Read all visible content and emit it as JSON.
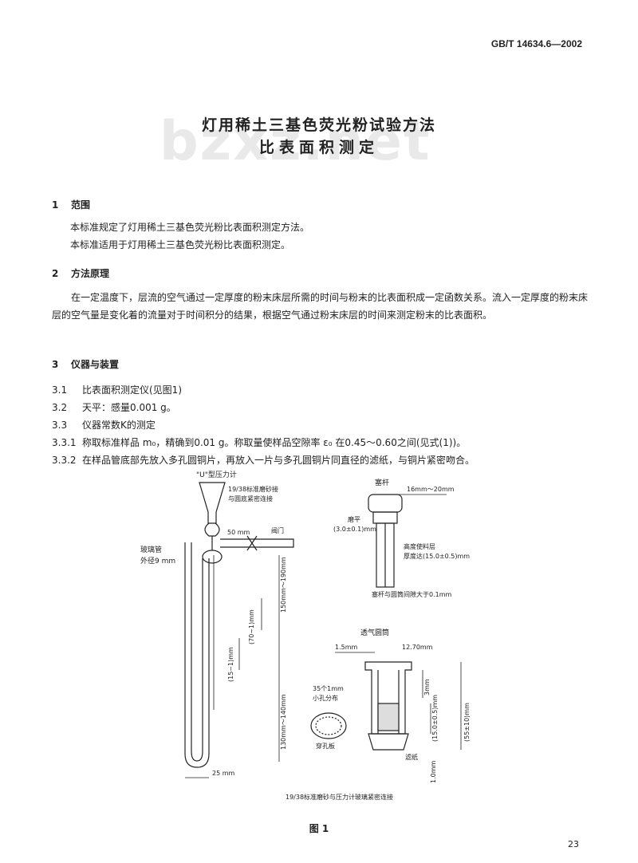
{
  "header": {
    "standard_code": "GB/T 14634.6—2002"
  },
  "watermark": "bzxz.net",
  "title": {
    "line1": "灯用稀土三基色荧光粉试验方法",
    "line2": "比表面积测定"
  },
  "sections": {
    "s1": {
      "num": "1",
      "heading": "范围",
      "p1": "本标准规定了灯用稀土三基色荧光粉比表面积测定方法。",
      "p2": "本标准适用于灯用稀土三基色荧光粉比表面积测定。"
    },
    "s2": {
      "num": "2",
      "heading": "方法原理",
      "p1": "在一定温度下，层流的空气通过一定厚度的粉末床层所需的时间与粉末的比表面积成一定函数关系。流入一定厚度的粉末床层的空气量是变化着的流量对于时间积分的结果，根据空气通过粉末床层的时间来测定粉末的比表面积。"
    },
    "s3": {
      "num": "3",
      "heading": "仪器与装置",
      "items": [
        {
          "num": "3.1",
          "text": "比表面积测定仪(见图1)"
        },
        {
          "num": "3.2",
          "text": "天平：感量0.001 g。"
        },
        {
          "num": "3.3",
          "text": "仪器常数K的测定"
        },
        {
          "num": "3.3.1",
          "text": "称取标准样品 m₀，精确到0.01 g。称取量使样品空隙率 ε₀ 在0.45～0.60之间(见式(1))。"
        },
        {
          "num": "3.3.2",
          "text": "在样品管底部先放入多孔圆铜片，再放入一片与多孔圆铜片同直径的滤纸，与铜片紧密吻合。"
        }
      ]
    }
  },
  "figure": {
    "caption": "图 1",
    "labels": {
      "funnel": "\"U\"型压力计",
      "joint": "19/38标准磨砂接",
      "joint2": "与圆底紧密连接",
      "glass_tube": "玻璃管",
      "outer_dia": "外径9 mm",
      "dim_50": "50 mm",
      "valve": "阀门",
      "dim_150_190": "150mm～190mm",
      "dim_70": "(70~1)mm",
      "dim_15": "(15~1)mm",
      "dim_130_140": "130mm～140mm",
      "dim_25": "25 mm",
      "plunger": "塞杆",
      "plunger_dia": "16mm～20mm",
      "flat": "磨平",
      "flat_dim": "(3.0±0.1)mm",
      "height_note1": "高度使料层",
      "height_note2": "厚度达(15.0±0.5)mm",
      "gap_note": "塞杆与圆筒间隙大于0.1mm",
      "sample_tube": "透气圆筒",
      "dim_1_5": "1.5mm",
      "dim_12_7": "12.70mm",
      "dim_3": "3mm",
      "dim_55": "(55±10)mm",
      "dim_15b": "(15.0±0.5)mm",
      "holes1": "35个1mm",
      "holes2": "小孔分布",
      "perforated": "穿孔板",
      "filter": "滤纸",
      "dim_1_0": "1.0mm",
      "bottom_note": "19/38标准磨砂与压力计玻璃紧密连接"
    }
  },
  "footer": {
    "page_number": "23"
  }
}
